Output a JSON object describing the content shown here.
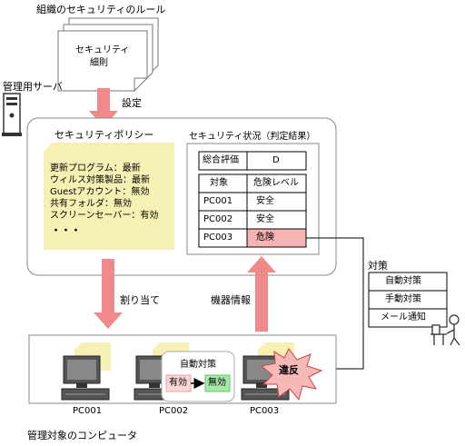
{
  "rules_title": "組織のセキュリティのルール",
  "rules_doc": [
    "セキュリティ",
    "細則"
  ],
  "server_label": "管理用サーバ",
  "setting_label": "設定",
  "policy": {
    "title": "セキュリティポリシー",
    "items": [
      "更新プログラム：最新",
      "ウィルス対策製品：最新",
      "Guestアカウント：無効",
      "共有フォルダ：無効",
      "スクリーンセーバー：有効"
    ],
    "more": "・・・"
  },
  "status": {
    "title": "セキュリティ状況（判定結果）",
    "overall_label": "総合評価",
    "overall_value": "D",
    "col_target": "対象",
    "col_risk": "危険レベル",
    "rows": [
      {
        "target": "PC001",
        "risk": "安全"
      },
      {
        "target": "PC002",
        "risk": "安全"
      },
      {
        "target": "PC003",
        "risk": "危険"
      }
    ]
  },
  "assign_label": "割り当て",
  "device_info_label": "機器情報",
  "measures": {
    "title": "対策",
    "items": [
      "自動対策",
      "手動対策",
      "メール通知"
    ]
  },
  "auto_fix": {
    "title": "自動対策",
    "from": "有効",
    "to": "無効"
  },
  "violation": "違反",
  "pcs": [
    "PC001",
    "PC002",
    "PC003"
  ],
  "managed_label": "管理対象のコンピュータ",
  "colors": {
    "arrow": "#f08a8a",
    "note": "#f6f0b4",
    "danger": "#f6b3b3",
    "auto_to": "#a6e8a6",
    "auto_from": "#fbd6d6",
    "burst": "#f7b8b8",
    "border": "#888888"
  }
}
